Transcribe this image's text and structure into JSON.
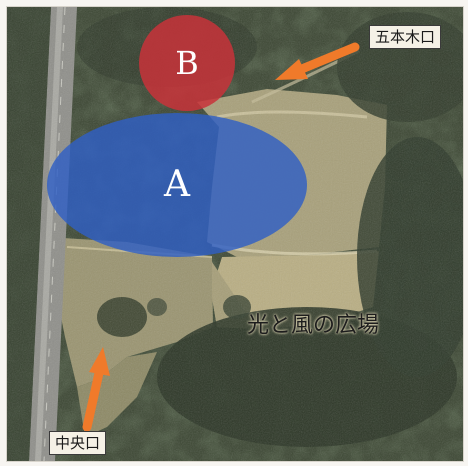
{
  "map": {
    "zones": [
      {
        "id": "A",
        "label": "A",
        "color": "#2f5fc4"
      },
      {
        "id": "B",
        "label": "B",
        "color": "#c8323a"
      }
    ],
    "places": {
      "gohongi_entrance": "五本木口",
      "central_entrance": "中央口",
      "plaza": "光と風の広場"
    },
    "arrow_color": "#f07a2a"
  }
}
